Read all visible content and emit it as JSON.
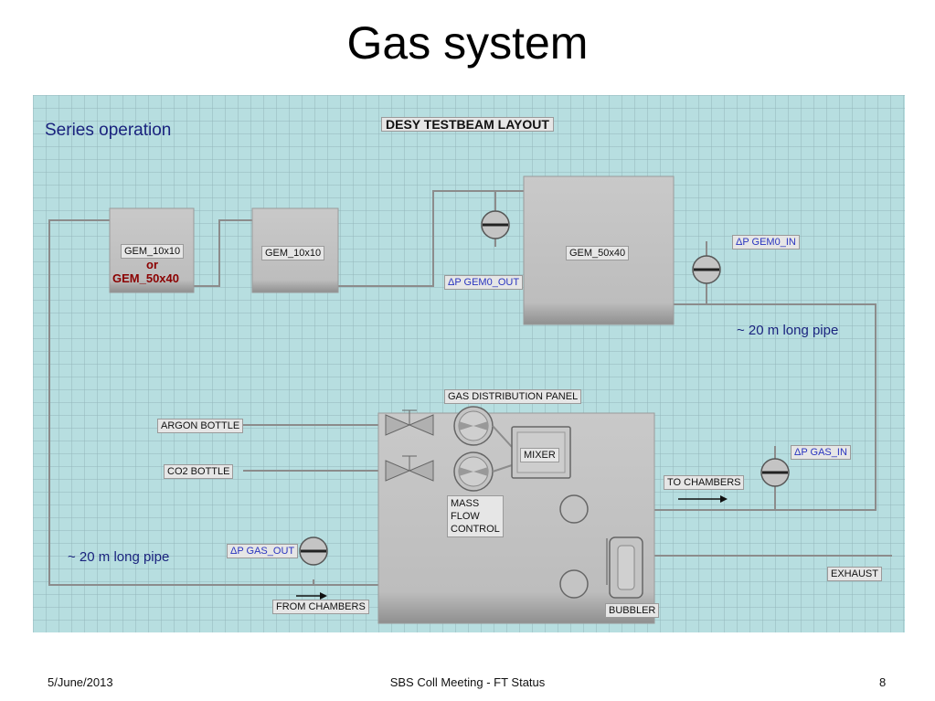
{
  "slide": {
    "title": "Gas system",
    "footer_date": "5/June/2013",
    "footer_center": "SBS Coll Meeting - FT Status",
    "page_number": "8"
  },
  "diagram": {
    "header": "DESY TESTBEAM LAYOUT",
    "series_operation": "Series operation",
    "pipe_note_right": "~ 20 m long pipe",
    "pipe_note_left": "~ 20 m long pipe",
    "gem1_label": "GEM_10x10",
    "gem1_or": "or",
    "gem1_alt": "GEM_50x40",
    "gem2_label": "GEM_10x10",
    "gem3_label": "GEM_50x40",
    "dp_gem0_out": "ΔP GEM0_OUT",
    "dp_gem0_in": "ΔP GEM0_IN",
    "dp_gas_in": "ΔP GAS_IN",
    "dp_gas_out": "ΔP GAS_OUT",
    "panel_label": "GAS DISTRIBUTION PANEL",
    "argon": "ARGON BOTTLE",
    "co2": "CO2 BOTTLE",
    "mixer": "MIXER",
    "mass_flow": [
      "MASS",
      "FLOW",
      "CONTROL"
    ],
    "to_chambers": "TO CHAMBERS",
    "from_chambers": "FROM CHAMBERS",
    "exhaust": "EXHAUST",
    "bubbler": "BUBBLER",
    "colors": {
      "background": "#b7dee0",
      "box": "#bdbdbd",
      "pipe": "#8c8c8c",
      "label_text": "#1a237e",
      "alt_text": "#8b0000"
    }
  }
}
